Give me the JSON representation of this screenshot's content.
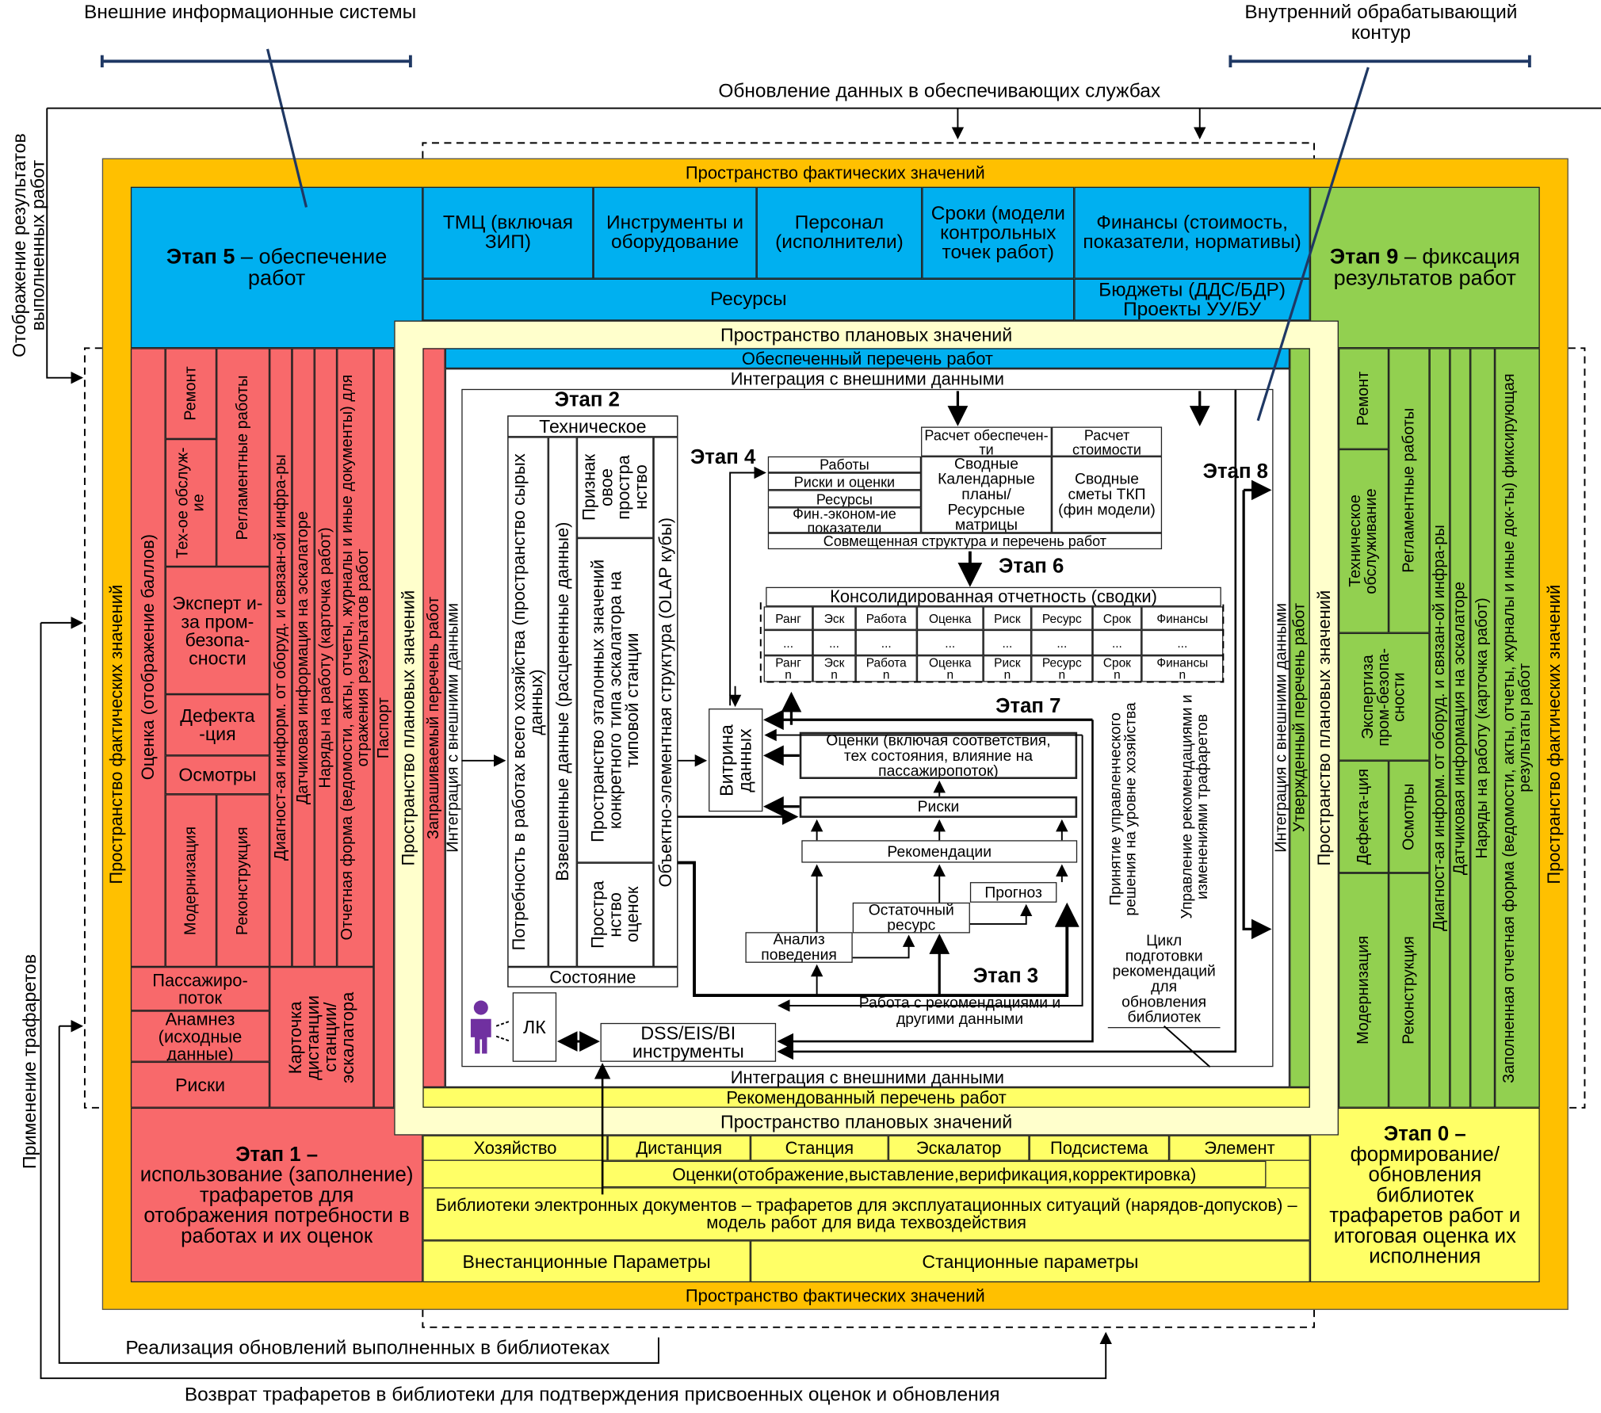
{
  "top": {
    "external_systems": "Внешние информационные системы",
    "internal_loop": "Внутренний обрабатывающий контур",
    "update_services": "Обновление данных в обеспечивающих службах"
  },
  "side": {
    "display_results": "Отображение результатов выполненных работ",
    "apply_templates": "Применение трафаретов"
  },
  "bottom": {
    "implement_updates": "Реализация обновлений выполненных в библиотеках",
    "return_templates": "Возврат трафаретов в библиотеки для подтверждения присвоенных оценок и обновления"
  },
  "fact_space": "Пространство фактических значений",
  "plan_space": "Пространство плановых значений",
  "stage5": {
    "bold": "Этап 5",
    "text": "– обеспечение работ"
  },
  "resources": {
    "cols": [
      "ТМЦ (включая ЗИП)",
      "Инструменты и оборудование",
      "Персонал (исполнители)",
      "Сроки (модели контрольных точек работ)",
      "Финансы (стоимость, показатели, нормативы)"
    ],
    "resources": "Ресурсы",
    "budgets": "Бюджеты (ДДС/БДР) Проекты УУ/БУ"
  },
  "stage9": {
    "bold": "Этап 9",
    "text": "– фиксация результатов работ"
  },
  "stage1": {
    "bold": "Этап 1 –",
    "text": "использование (заполнение) трафаретов для отображения потребности в работах и их оценок"
  },
  "stage0": {
    "bold": "Этап 0 –",
    "text": "формирование/ обновления библиотек трафаретов работ и итоговая оценка их исполнения"
  },
  "left": {
    "assessment": "Оценка (отображение баллов)",
    "repair": "Ремонт",
    "reglament": "Регламентные работы",
    "maintenance": "Тех-ое обслуж-ие",
    "expertise": "Эксперт и-за пром-безопа-сности",
    "defect": "Дефекта -ция",
    "inspections": "Осмотры",
    "modernization": "Модернизация",
    "reconstruction": "Реконструкция",
    "diagnostic": "Диагност-ая информ. от оборуд. и связан-ой инфра-ры",
    "sensor": "Датчиковая информация на эскалаторе",
    "orders": "Наряды на работу (карточка работ)",
    "report_form": "Отчетная форма (ведомости, акты, отчеты, журналы и иные документы) для отражения результатов работ",
    "passport": "Паспорт",
    "passenger_flow": "Пассажиро-поток",
    "anamnesis": "Анамнез (исходные данные)",
    "risks": "Риски",
    "card": "Карточка дистанции станции/ эскалатора"
  },
  "right": {
    "repair": "Ремонт",
    "maintenance": "Техническое обслуживание",
    "reglament": "Регламентные работы",
    "expertise": "Экспертиза пром-безопа-сности",
    "defect": "Дефекта-ция",
    "inspections": "Осмотры",
    "modernization": "Модернизация",
    "reconstruction": "Реконструкция",
    "diagnostic": "Диагност-ая информ. от оборуд. и связан-ой инфра-ры",
    "sensor": "Датчиковая информация на эскалаторе",
    "orders": "Наряды на работу (карточка работ)",
    "report_form": "Заполненная отчетная форма (ведомости, акты, отчеты, журналы и иные док-ты) фиксирующая результаты работ"
  },
  "bands": {
    "provided": "Обеспеченный перечень работ",
    "integration": "Интеграция с внешними данными",
    "requested": "Запрашиваемый перечень работ",
    "approved": "Утвержденный перечень работ",
    "recommended": "Рекомендованный перечень работ"
  },
  "bottom_table": {
    "levels": [
      "Хозяйство",
      "Дистанция",
      "Станция",
      "Эскалатор",
      "Подсистема",
      "Элемент"
    ],
    "assessments": "Оценки(отображение,выставление,верификация,корректировка)",
    "libraries": "Библиотеки электронных документов – трафаретов для эксплуатационных ситуаций (нарядов-допусков) – модель работ для вида техвоздействия",
    "offstation": "Внестанционные Параметры",
    "station": "Станционные параметры"
  },
  "stage2": {
    "label": "Этап 2",
    "technical": "Техническое",
    "need": "Потребность в работах всего хозяйства (пространство сырых данных)",
    "weighted": "Взвешенные данные (расцененные данные)",
    "feature": "Признак овое простра нство",
    "reference": "Пространство эталонных значений конкретного типа эскалатора на типовой станции",
    "assess_space": "Простра нство оценок",
    "olap": "Объектно-элементная структура (OLAP кубы)",
    "state": "Состояние"
  },
  "stage4": {
    "label": "Этап 4",
    "rows": [
      "Работы",
      "Риски и оценки",
      "Ресурсы",
      "Фин.-эконом-ие показатели"
    ],
    "calc_supply": "Расчет обеспечен-ти",
    "calc_cost": "Расчет стоимости",
    "plans": "Сводные Календарные планы/ Ресурсные матрицы",
    "estimates": "Сводные сметы ТКП (фин модели)",
    "combined": "Совмещенная структура и перечень работ"
  },
  "stage6": {
    "label": "Этап 6",
    "title": "Консолидированная отчетность (сводки)",
    "headers": [
      "Ранг",
      "Эск",
      "Работа",
      "Оценка",
      "Риск",
      "Ресурс",
      "Срок",
      "Финансы"
    ],
    "dots": "...",
    "n": "n"
  },
  "stage7": {
    "label": "Этап 7",
    "assessments": "Оценки (включая соответствия, тех состояния, влияние на пассажиропоток)",
    "risks": "Риски",
    "recommendations": "Рекомендации",
    "forecast": "Прогноз",
    "residual": "Остаточный ресурс",
    "behavior": "Анализ поведения"
  },
  "stage3": {
    "label": "Этап 3",
    "work": "Работа с рекомендациями и другими данными"
  },
  "stage8": {
    "label": "Этап 8"
  },
  "showcase": "Витрина данных",
  "decision": "Принятие управленческого решения на уровне хозяйства",
  "manage": "Управление рекомендациями и изменениями трафаретов",
  "cycle": "Цикл подготовки рекомендаций для обновления библиотек",
  "lk": "ЛК",
  "dss": "DSS/EIS/BI инструменты"
}
